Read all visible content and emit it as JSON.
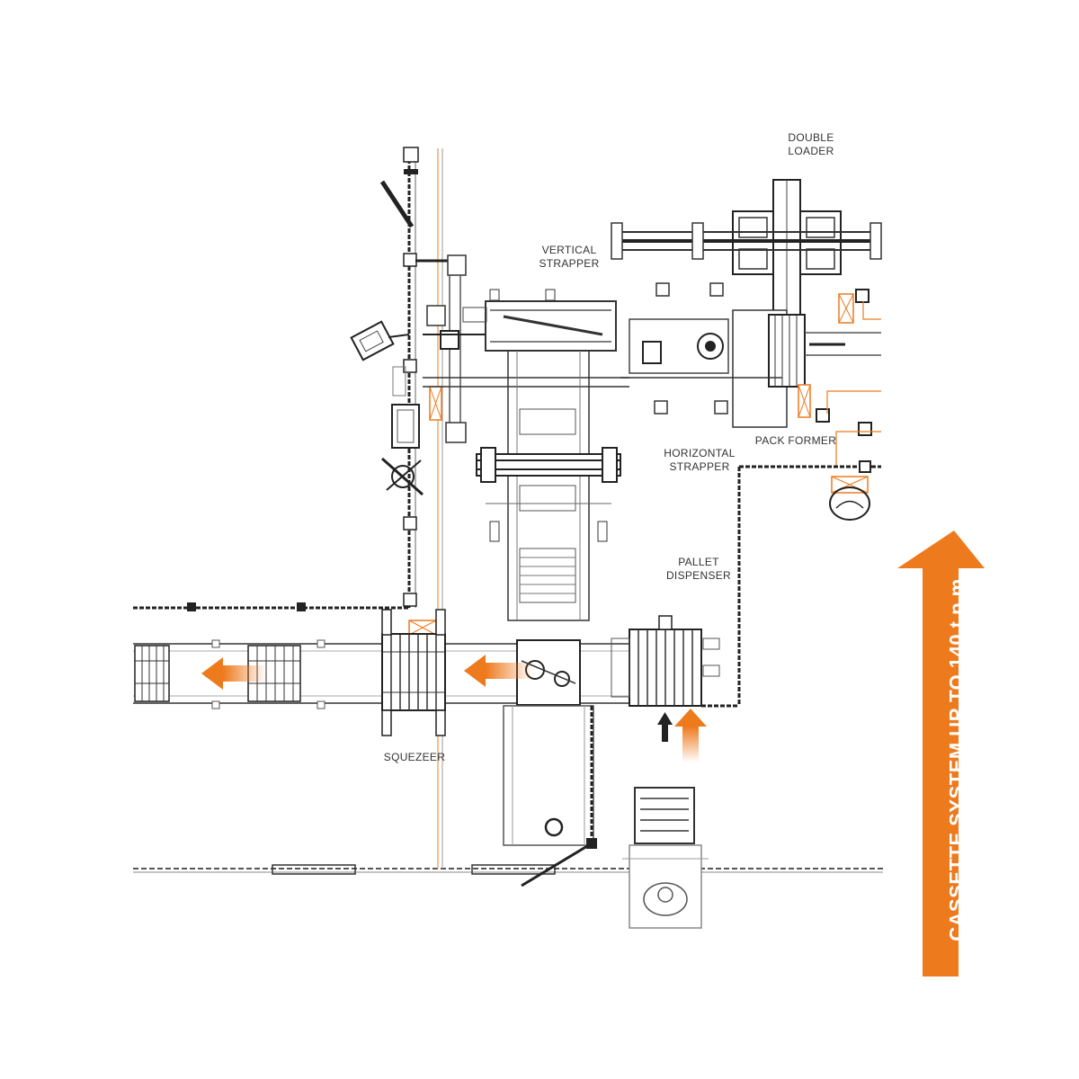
{
  "labels": {
    "double_loader": [
      "DOUBLE",
      "LOADER"
    ],
    "vertical_strapper": [
      "VERTICAL",
      "STRAPPER"
    ],
    "pack_former": "PACK FORMER",
    "horizontal_strapper": [
      "HORIZONTAL",
      "STRAPPER"
    ],
    "pallet_dispenser": [
      "PALLET",
      "DISPENSER"
    ],
    "squeezer": "SQUEZEER"
  },
  "banner": {
    "text": "CASSETTE SYSTEM UP TO 140 t.p.m"
  },
  "colors": {
    "accent": "#ee7a1e",
    "line": "#3a3a3a",
    "light_line": "#9a9a9a"
  }
}
